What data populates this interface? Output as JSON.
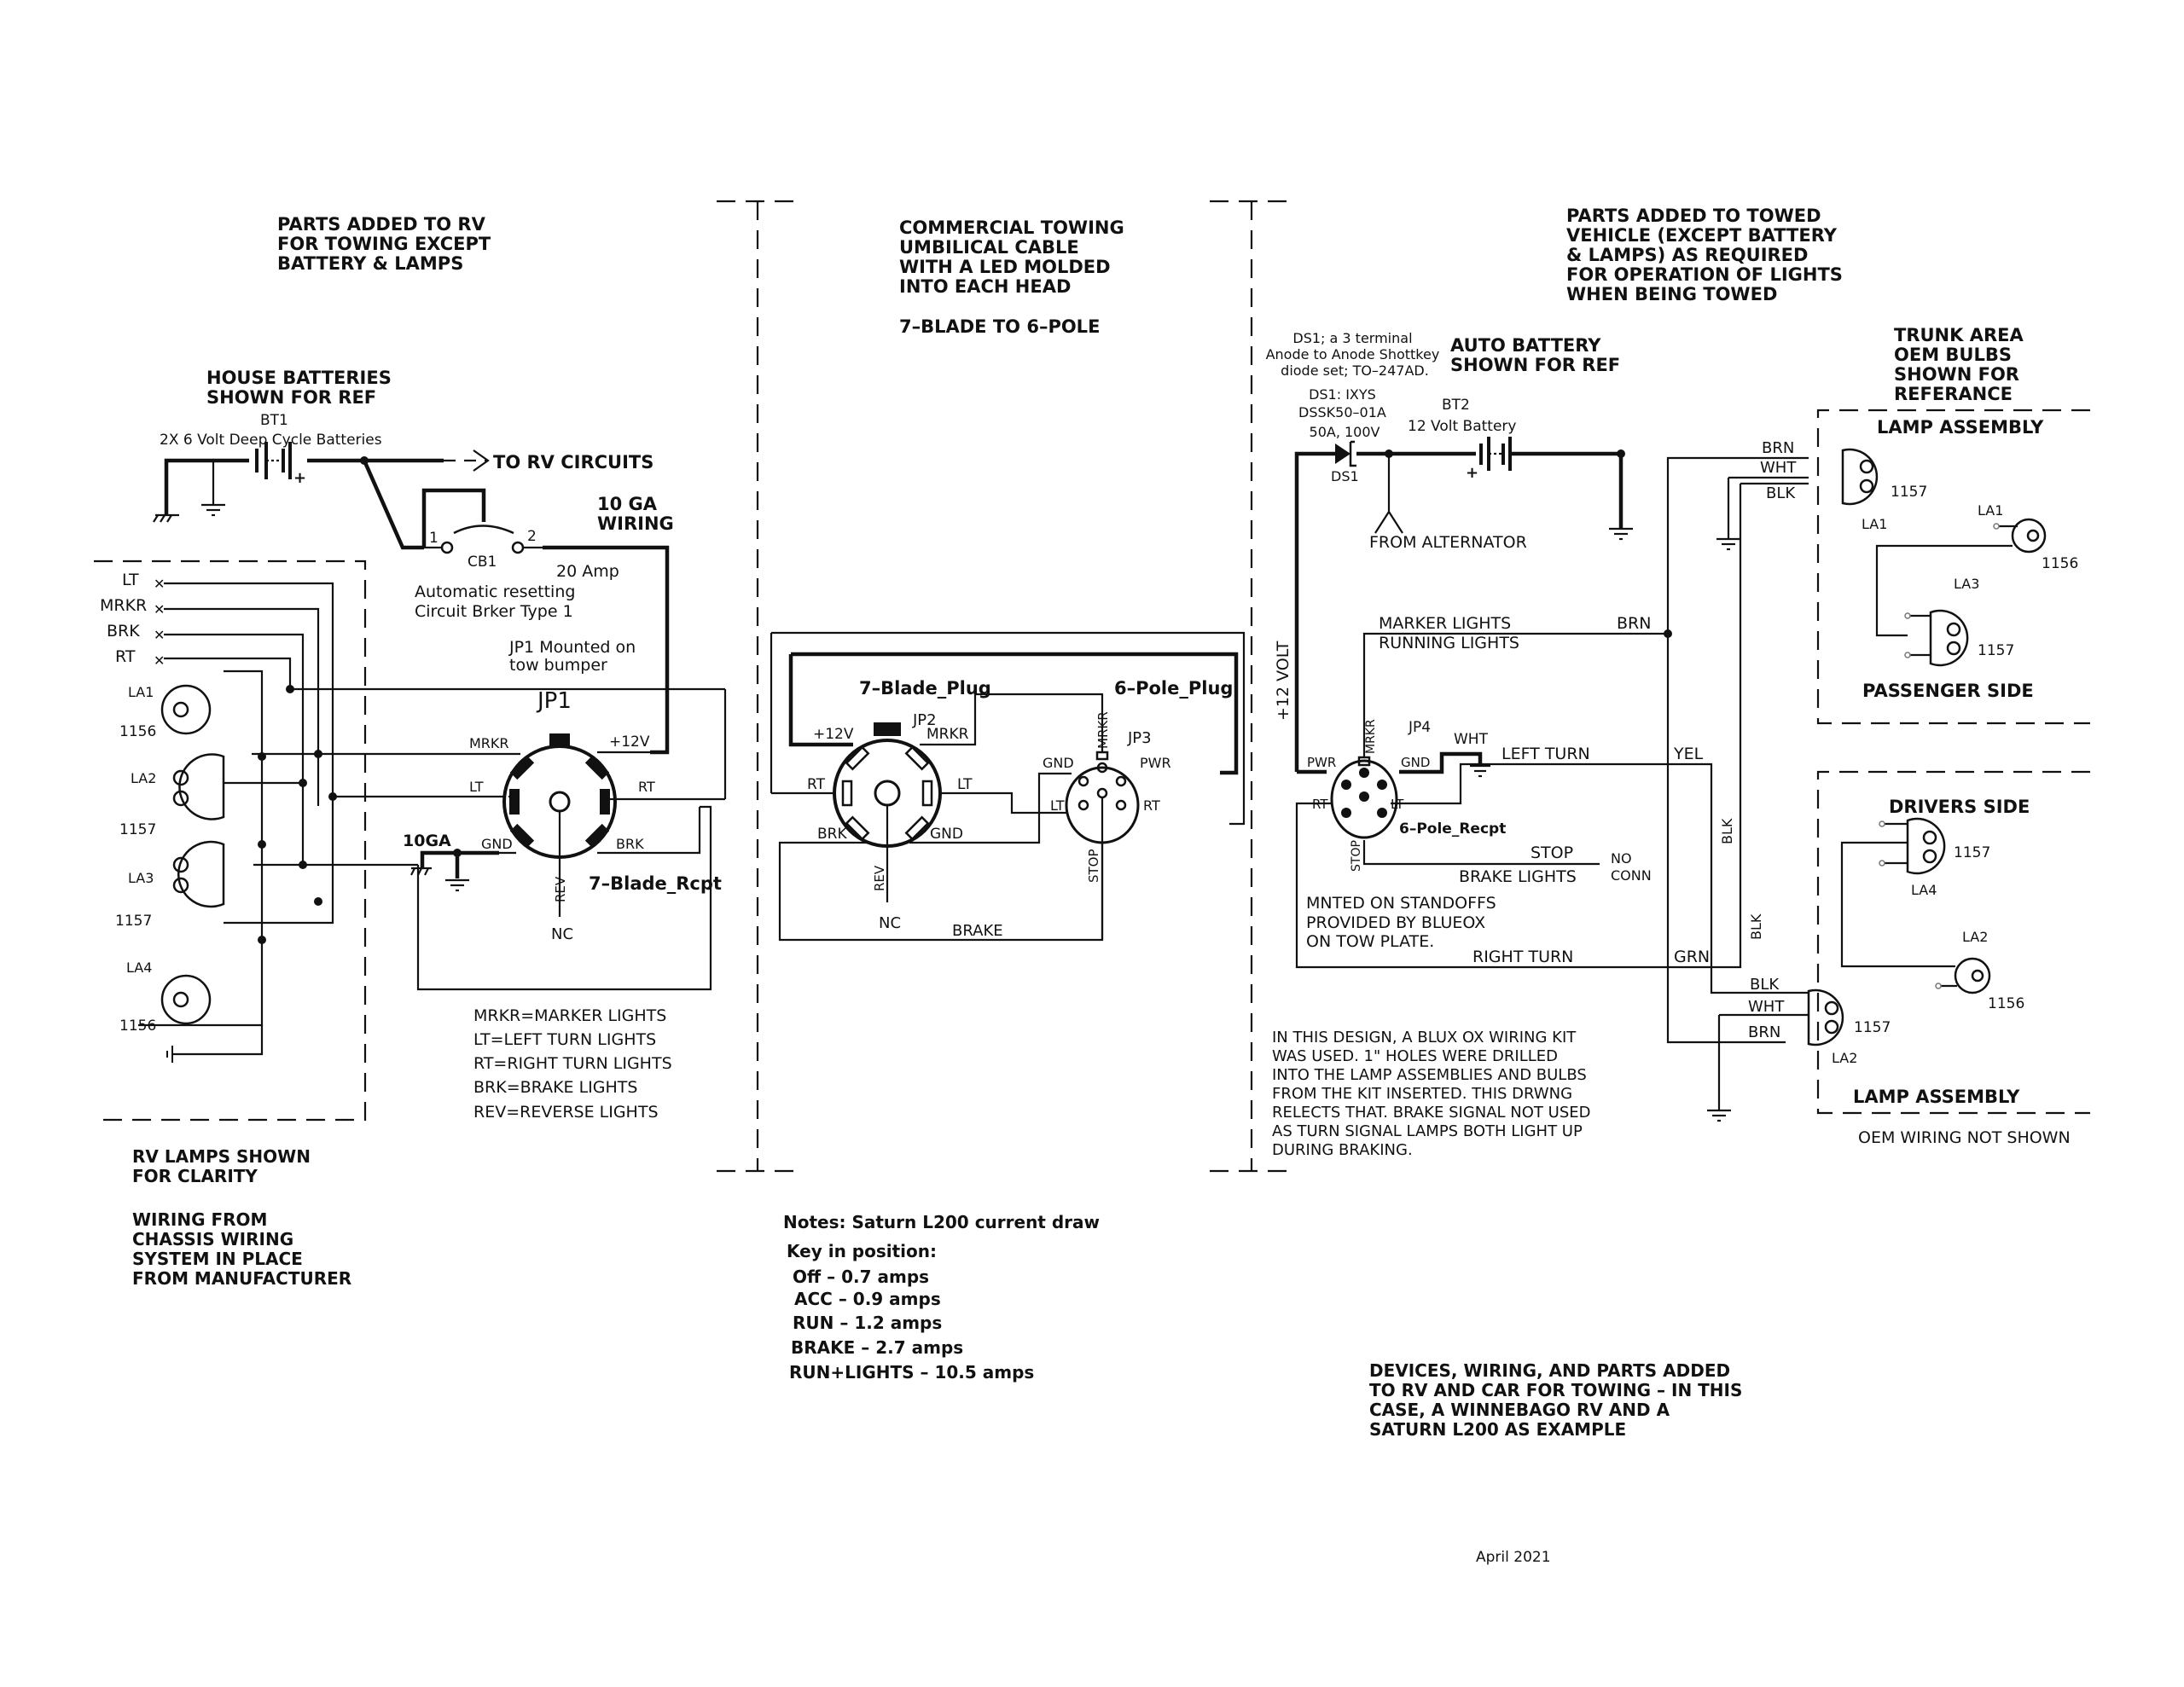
{
  "sections": {
    "rv_header": [
      "PARTS ADDED TO RV",
      "FOR TOWING EXCEPT",
      "BATTERY & LAMPS"
    ],
    "cable_header": [
      "COMMERCIAL TOWING",
      "UMBILICAL CABLE",
      "WITH A LED MOLDED",
      "INTO EACH HEAD"
    ],
    "cable_subheader": "7–BLADE TO 6–POLE",
    "towed_header": [
      "PARTS ADDED TO TOWED",
      "VEHICLE (EXCEPT BATTERY",
      "& LAMPS) AS REQUIRED",
      "FOR OPERATION OF LIGHTS",
      "WHEN BEING TOWED"
    ],
    "trunk_header": [
      "TRUNK AREA",
      "OEM BULBS",
      "SHOWN FOR",
      "REFERANCE"
    ]
  },
  "rv": {
    "house_batteries": [
      "HOUSE BATTERIES",
      "SHOWN FOR REF"
    ],
    "bt1_ref": "BT1",
    "bt1_desc": "2X 6 Volt Deep Cycle Batteries",
    "bt1_plus": "+",
    "to_rv_circuits": "TO RV CIRCUITS",
    "wiring_10ga": [
      "10 GA",
      "WIRING"
    ],
    "cb1": {
      "ref": "CB1",
      "pin1": "1",
      "pin2": "2",
      "rating": "20 Amp",
      "desc": [
        "Automatic resetting",
        "Circuit Brker Type 1"
      ]
    },
    "jp1_note": [
      "JP1 Mounted on",
      "tow bumper"
    ],
    "jp1_ref": "JP1",
    "jp1_name": "7–Blade_Rcpt",
    "jp1_pins": {
      "mrkr": "MRKR",
      "p12v": "+12V",
      "lt": "LT",
      "rt": "RT",
      "gnd": "GND",
      "brk": "BRK",
      "rev": "REV",
      "nc": "NC"
    },
    "gnd_10ga": "10GA",
    "chassis_signals": [
      "LT",
      "MRKR",
      "BRK",
      "RT"
    ],
    "lamps": [
      {
        "ref": "LA1",
        "bulb": "1156"
      },
      {
        "ref": "LA2",
        "bulb": "1157"
      },
      {
        "ref": "LA3",
        "bulb": "1157"
      },
      {
        "ref": "LA4",
        "bulb": "1156"
      }
    ],
    "legend": [
      "MRKR=MARKER LIGHTS",
      "LT=LEFT TURN LIGHTS",
      "RT=RIGHT TURN LIGHTS",
      "BRK=BRAKE LIGHTS",
      "REV=REVERSE LIGHTS"
    ],
    "lamps_note": [
      "RV LAMPS SHOWN",
      "FOR CLARITY"
    ],
    "wiring_note": [
      "WIRING FROM",
      "CHASSIS WIRING",
      "SYSTEM IN PLACE",
      "FROM MANUFACTURER"
    ]
  },
  "cable": {
    "plug7_name": "7–Blade_Plug",
    "plug6_name": "6–Pole_Plug",
    "jp2_ref": "JP2",
    "jp3_ref": "JP3",
    "jp2_pins": {
      "p12v": "+12V",
      "mrkr": "MRKR",
      "rt": "RT",
      "lt": "LT",
      "brk": "BRK",
      "gnd": "GND",
      "rev": "REV",
      "nc": "NC"
    },
    "jp3_pins": {
      "mrkr": "MRKR",
      "gnd": "GND",
      "pwr": "PWR",
      "lt": "LT",
      "rt": "RT",
      "stop": "STOP"
    },
    "brake_label": "BRAKE"
  },
  "notes": {
    "title": "Notes: Saturn L200 current draw",
    "subtitle": "Key in position:",
    "rows": [
      {
        "label": "Off",
        "value": "0.7 amps"
      },
      {
        "label": "ACC",
        "value": "0.9 amps"
      },
      {
        "label": "RUN",
        "value": "1.2 amps"
      },
      {
        "label": "BRAKE",
        "value": "2.7 amps"
      },
      {
        "label": "RUN+LIGHTS",
        "value": "10.5 amps"
      }
    ],
    "separator": "–"
  },
  "towed": {
    "ds1_desc": [
      "DS1; a 3 terminal",
      "Anode to Anode Shottkey",
      "diode set; TO–247AD."
    ],
    "ds1_part": [
      "DS1: IXYS",
      "DSSK50–01A",
      "50A, 100V"
    ],
    "ds1_ref": "DS1",
    "auto_battery": [
      "AUTO BATTERY",
      "SHOWN FOR REF"
    ],
    "bt2_ref": "BT2",
    "bt2_desc": "12 Volt Battery",
    "bt2_plus": "+",
    "from_alternator": "FROM ALTERNATOR",
    "plus12": "+12 VOLT",
    "marker": [
      "MARKER LIGHTS",
      "RUNNING LIGHTS"
    ],
    "jp4_ref": "JP4",
    "jp4_name": "6–Pole_Recpt",
    "jp4_pins": {
      "mrkr": "MRKR",
      "pwr": "PWR",
      "gnd": "GND",
      "rt": "RT",
      "lt": "LT",
      "stop": "STOP"
    },
    "wire_colors": {
      "brn": "BRN",
      "wht": "WHT",
      "blk": "BLK",
      "yel": "YEL",
      "grn": "GRN"
    },
    "left_turn": "LEFT TURN",
    "right_turn": "RIGHT TURN",
    "stop": [
      "STOP",
      "BRAKE LIGHTS"
    ],
    "no_conn": [
      "NO",
      "CONN"
    ],
    "standoffs": [
      "MNTED ON STANDOFFS",
      "PROVIDED BY BLUEOX",
      "ON TOW PLATE."
    ],
    "design_note": [
      "IN THIS DESIGN, A BLUX OX WIRING KIT",
      "WAS USED. 1\" HOLES WERE DRILLED",
      "INTO THE LAMP ASSEMBLIES AND BULBS",
      "FROM THE KIT INSERTED. THIS DRWNG",
      "RELECTS THAT. BRAKE SIGNAL NOT USED",
      "AS TURN SIGNAL LAMPS BOTH LIGHT UP",
      "DURING BRAKING."
    ]
  },
  "trunk": {
    "lamp_assembly": "LAMP ASSEMBLY",
    "passenger_side": "PASSENGER SIDE",
    "drivers_side": "DRIVERS SIDE",
    "oem_note": "OEM WIRING NOT SHOWN",
    "lamps": [
      {
        "ref": "LA1",
        "bulb": "1157"
      },
      {
        "ref": "LA1",
        "bulb": "1156"
      },
      {
        "ref": "LA3",
        "bulb": "1157"
      },
      {
        "ref": "LA4",
        "bulb": "1157"
      },
      {
        "ref": "LA2",
        "bulb": "1156"
      },
      {
        "ref": "LA2",
        "bulb": "1157"
      }
    ]
  },
  "footer": {
    "summary": [
      "DEVICES, WIRING, AND PARTS ADDED",
      "TO RV AND CAR FOR TOWING – IN THIS",
      "CASE, A WINNEBAGO RV AND A",
      "SATURN L200 AS EXAMPLE"
    ],
    "date": "April 2021"
  }
}
